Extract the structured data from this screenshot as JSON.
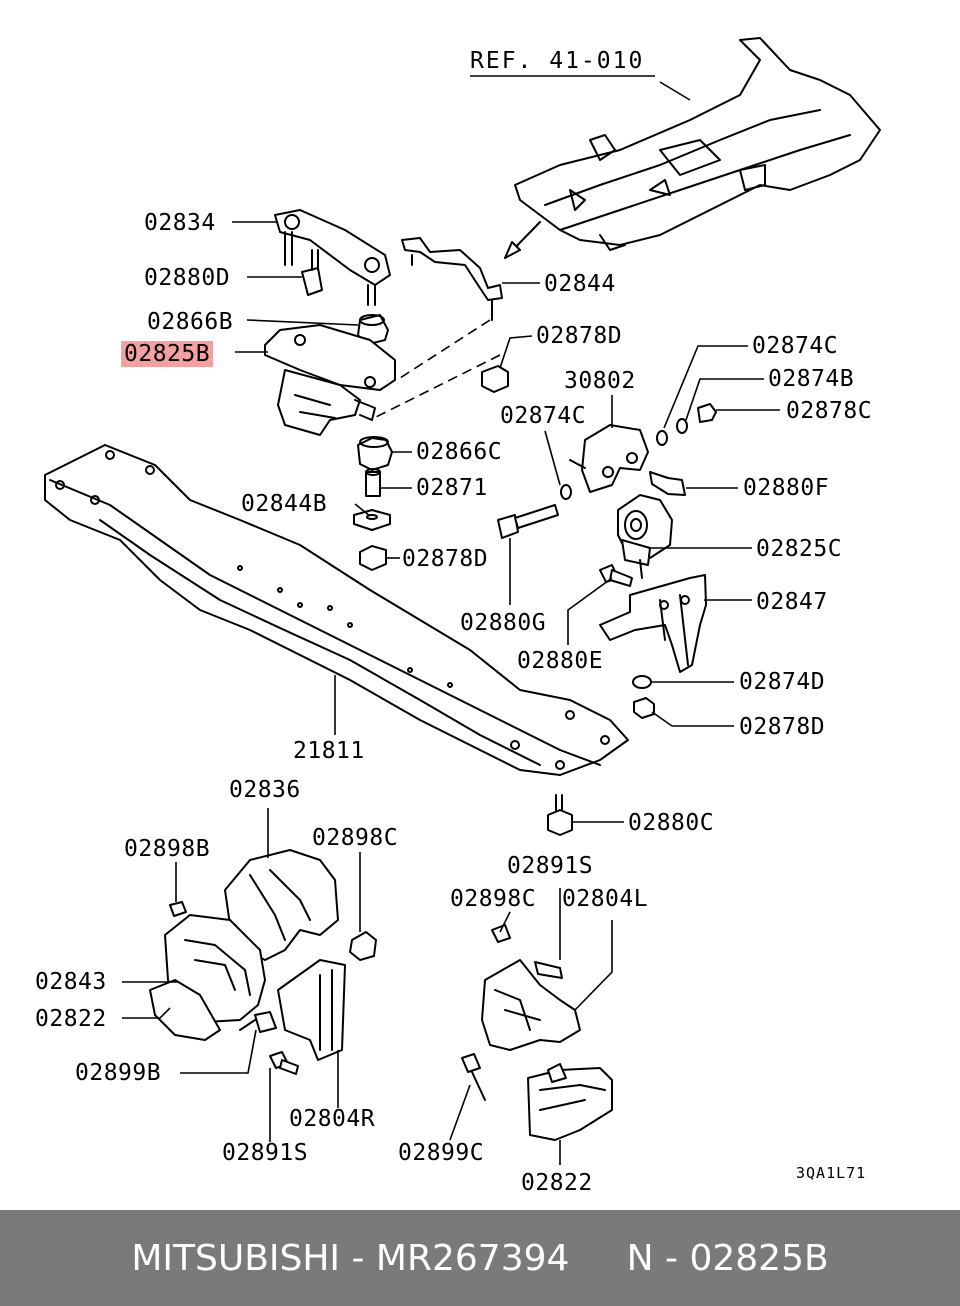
{
  "reference": "REF. 41-010",
  "drawing_code": "3QA1L71",
  "labels": {
    "l02834": "02834",
    "l02880D": "02880D",
    "l02866B": "02866B",
    "l02825B": "02825B",
    "l02844": "02844",
    "l02878D_a": "02878D",
    "l02874C_a": "02874C",
    "l02874B": "02874B",
    "l30802": "30802",
    "l02874C_b": "02874C",
    "l02878C": "02878C",
    "l02866C": "02866C",
    "l02871": "02871",
    "l02844B": "02844B",
    "l02880F": "02880F",
    "l02825C": "02825C",
    "l02878D_b": "02878D",
    "l02880G": "02880G",
    "l02847": "02847",
    "l02880E": "02880E",
    "l02874D": "02874D",
    "l02878D_c": "02878D",
    "l21811": "21811",
    "l02836": "02836",
    "l02880C": "02880C",
    "l02898B": "02898B",
    "l02898C_a": "02898C",
    "l02891S_a": "02891S",
    "l02898C_b": "02898C",
    "l02804L": "02804L",
    "l02843": "02843",
    "l02822_a": "02822",
    "l02899B": "02899B",
    "l02804R": "02804R",
    "l02891S_b": "02891S",
    "l02899C": "02899C",
    "l02822_b": "02822"
  },
  "highlight_color": "#f2a0a0",
  "footer": {
    "text": "MITSUBISHI - MR267394     N - 02825B",
    "background": "#7a7a7a"
  }
}
